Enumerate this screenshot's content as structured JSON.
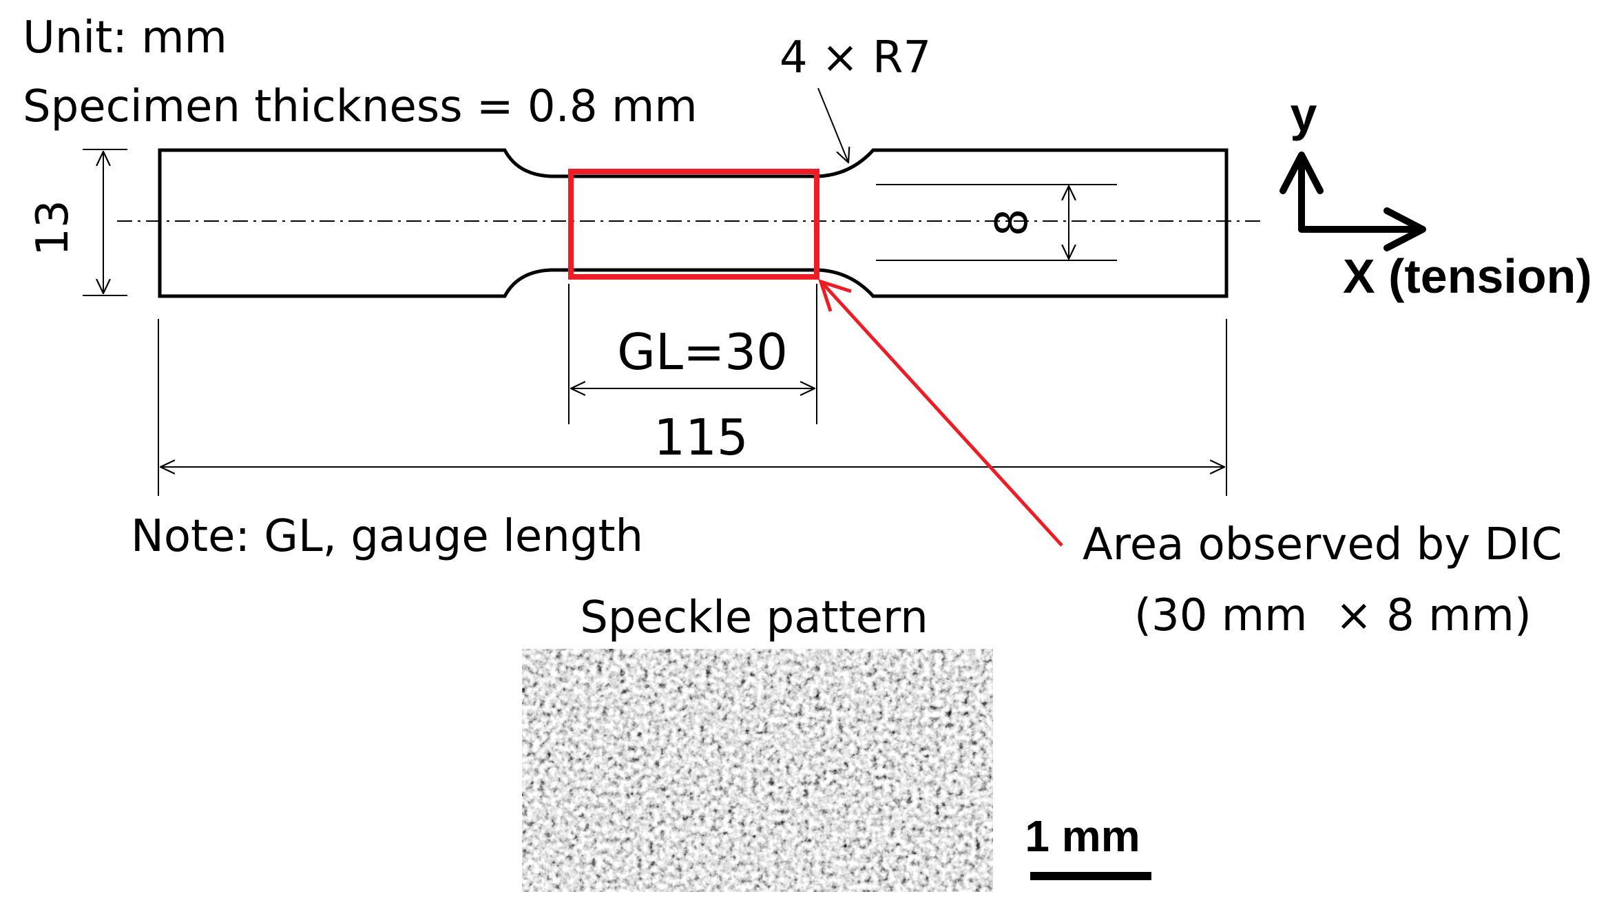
{
  "annotations": {
    "unit": "Unit: mm",
    "thickness": "Specimen thickness = 0.8 mm",
    "fillet": "4 × R7",
    "width_dim": "13",
    "gauge_width_dim": "8",
    "gauge_length": "GL=30",
    "total_length": "115",
    "note": "Note: GL, gauge length",
    "dic_area_line1": "Area observed by DIC",
    "dic_area_line2": "(30 mm  × 8 mm)",
    "speckle_title": "Speckle pattern",
    "scale_bar": "1 mm"
  },
  "axes": {
    "y_label": "y",
    "x_label": "X (tension)"
  },
  "colors": {
    "outline": "#000000",
    "dic_highlight": "#ee1c25",
    "background": "#ffffff"
  }
}
